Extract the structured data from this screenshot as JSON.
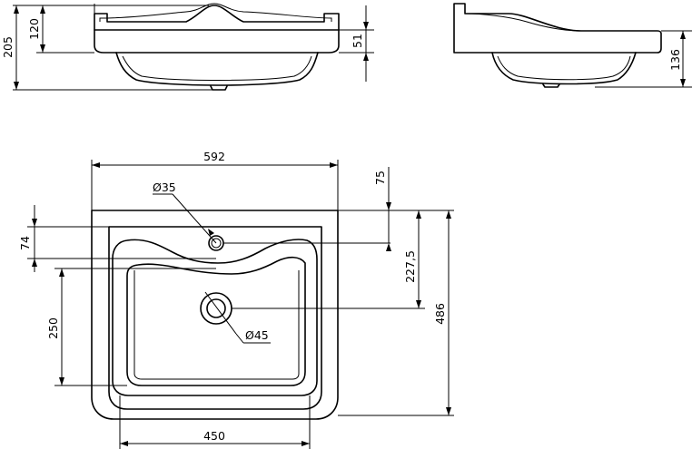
{
  "dimensions": {
    "total_height": "205",
    "bowl_depth": "120",
    "rim_height": "51",
    "side_height": "136",
    "overall_width": "592",
    "tap_hole_diameter": "Ø35",
    "tap_offset": "75",
    "front_curve": "74",
    "drain_offset": "227,5",
    "overall_depth": "486",
    "bowl_length": "250",
    "drain_diameter": "Ø45",
    "bowl_width": "450"
  }
}
